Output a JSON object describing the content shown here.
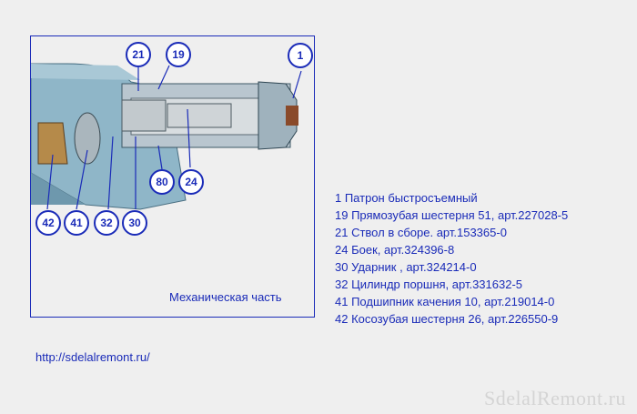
{
  "diagram": {
    "caption": "Механическая часть",
    "callouts": [
      {
        "id": "1",
        "label": "1"
      },
      {
        "id": "19",
        "label": "19"
      },
      {
        "id": "21",
        "label": "21"
      },
      {
        "id": "24",
        "label": "24"
      },
      {
        "id": "30",
        "label": "30"
      },
      {
        "id": "32",
        "label": "32"
      },
      {
        "id": "41",
        "label": "41"
      },
      {
        "id": "42",
        "label": "42"
      },
      {
        "id": "80",
        "label": "80"
      }
    ]
  },
  "legend": [
    "1 Патрон быстросъемный",
    "19 Прямозубая шестерня 51, арт.227028-5",
    "21 Ствол в сборе. арт.153365-0",
    "24 Боек, арт.324396-8",
    "30 Ударник , арт.324214-0",
    "32 Цилиндр поршня, арт.331632-5",
    "41 Подшипник качения 10, арт.219014-0",
    "42 Косозубая шестерня 26, арт.226550-9"
  ],
  "url": "http://sdelalremont.ru/",
  "watermark": "SdelalRemont.ru",
  "colors": {
    "accent": "#1a2bb8",
    "housing": "#8fb6c8",
    "metal": "#c9cdd0",
    "background": "#efefef"
  }
}
